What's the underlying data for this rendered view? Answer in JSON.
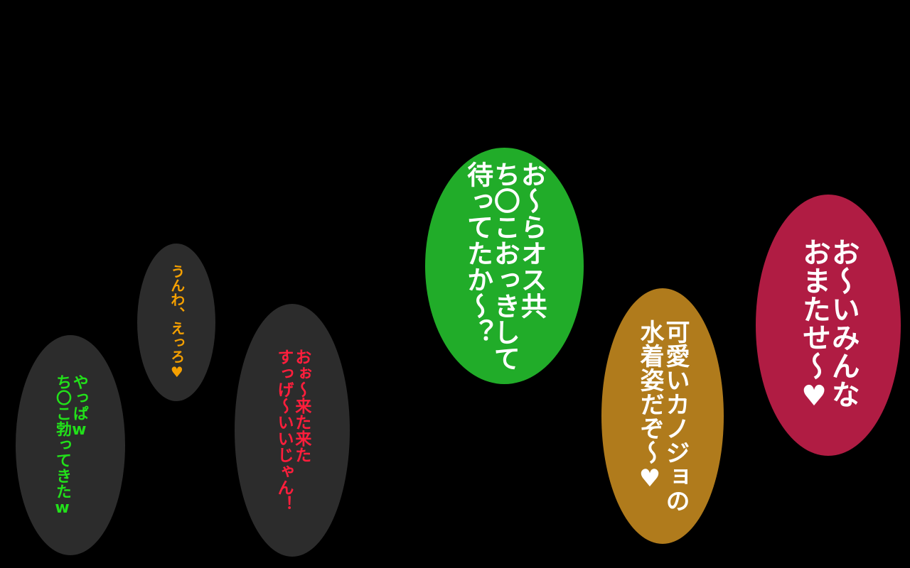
{
  "colors": {
    "background": "#000000",
    "dark_bubble": "#2c2c2c",
    "green_text": "#22e01a",
    "orange_text": "#f5a000",
    "red_text": "#ff1e3c",
    "green_bubble": "#21ac29",
    "gold_bubble": "#b07b1c",
    "crimson_bubble": "#b01c43",
    "white_text": "#ffffff"
  },
  "bubbles": {
    "green_small": {
      "lines": [
        "やっぱw",
        "ち〇こ勃ってきたw"
      ]
    },
    "orange_small": {
      "lines": [
        "うんわ、えっろ♥"
      ]
    },
    "red_small": {
      "lines": [
        "おぉ〜来た来た",
        "すっげ〜いいじゃん！"
      ]
    },
    "green_large": {
      "lines": [
        "お〜らオス共",
        "ち〇こおっきして",
        "待ってたか〜？"
      ]
    },
    "gold_large": {
      "lines": [
        "可愛いカノジョの",
        "水着姿だぞ〜♥"
      ]
    },
    "crimson_large": {
      "lines": [
        "お〜いみんな",
        "おまたせ〜♥"
      ]
    }
  }
}
